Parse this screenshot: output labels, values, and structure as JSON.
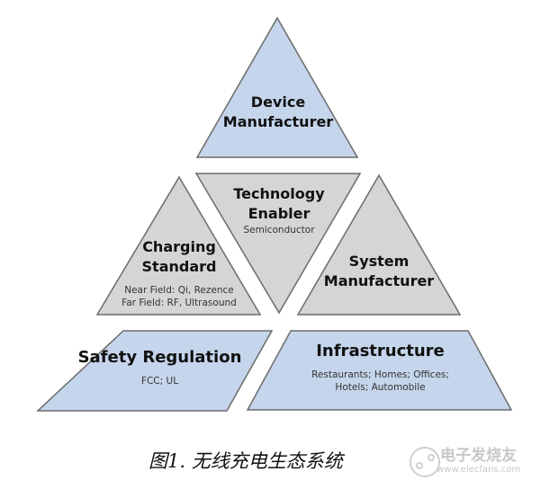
{
  "colors": {
    "blue_fill": "#c5d5eb",
    "gray_fill": "#d5d5d5",
    "stroke": "#6b6b6b"
  },
  "shapes": {
    "device_manufacturer": {
      "title_line1": "Device",
      "title_line2": "Manufacturer"
    },
    "technology_enabler": {
      "title_line1": "Technology",
      "title_line2": "Enabler",
      "detail": "Semiconductor"
    },
    "charging_standard": {
      "title_line1": "Charging",
      "title_line2": "Standard",
      "detail_line1": "Near Field: Qi, Rezence",
      "detail_line2": "Far Field: RF, Ultrasound"
    },
    "system_manufacturer": {
      "title_line1": "System",
      "title_line2": "Manufacturer"
    },
    "safety_regulation": {
      "title": "Safety Regulation",
      "detail": "FCC; UL"
    },
    "infrastructure": {
      "title": "Infrastructure",
      "detail_line1": "Restaurants; Homes; Offices;",
      "detail_line2": "Hotels; Automobile"
    }
  },
  "caption": "图1.  无线充电生态系统",
  "watermark": {
    "name": "电子发烧友",
    "url": "www.elecfans.com"
  }
}
